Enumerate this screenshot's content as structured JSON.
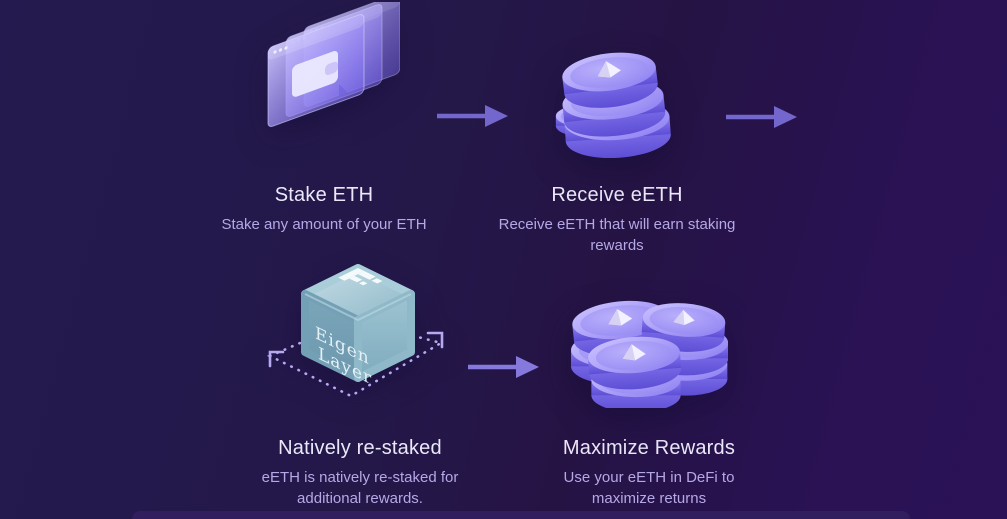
{
  "flow": {
    "steps": [
      {
        "title": "Stake ETH",
        "subtitle": "Stake any amount of your ETH",
        "icon": "stacked-windows-icon"
      },
      {
        "title": "Receive eETH",
        "subtitle": "Receive eETH that will earn staking rewards",
        "icon": "eeth-coin-stack-icon"
      },
      {
        "title": "Natively re-staked",
        "subtitle": "eETH is natively re-staked for additional rewards.",
        "icon": "eigenlayer-cube-icon",
        "cube_label_line1": "Eigen",
        "cube_label_line2": "Layer"
      },
      {
        "title": "Maximize Rewards",
        "subtitle": "Use your eETH in DeFi to maximize returns",
        "icon": "coin-cluster-icon"
      }
    ],
    "arrows": [
      {
        "icon": "arrow-right-icon"
      },
      {
        "icon": "arrow-right-icon"
      },
      {
        "icon": "arrow-right-icon"
      }
    ],
    "colors": {
      "background_start": "#241a4f",
      "background_end": "#2b1156",
      "title_text": "#ebe8f9",
      "subtitle_text": "#b5a8e6",
      "arrow": "#7366cc",
      "arrow_bright": "#8679dd",
      "coin_purple": "#7d6ff0",
      "cube_teal": "#7fa9bd",
      "bottom_edge": "#301e5e"
    }
  }
}
